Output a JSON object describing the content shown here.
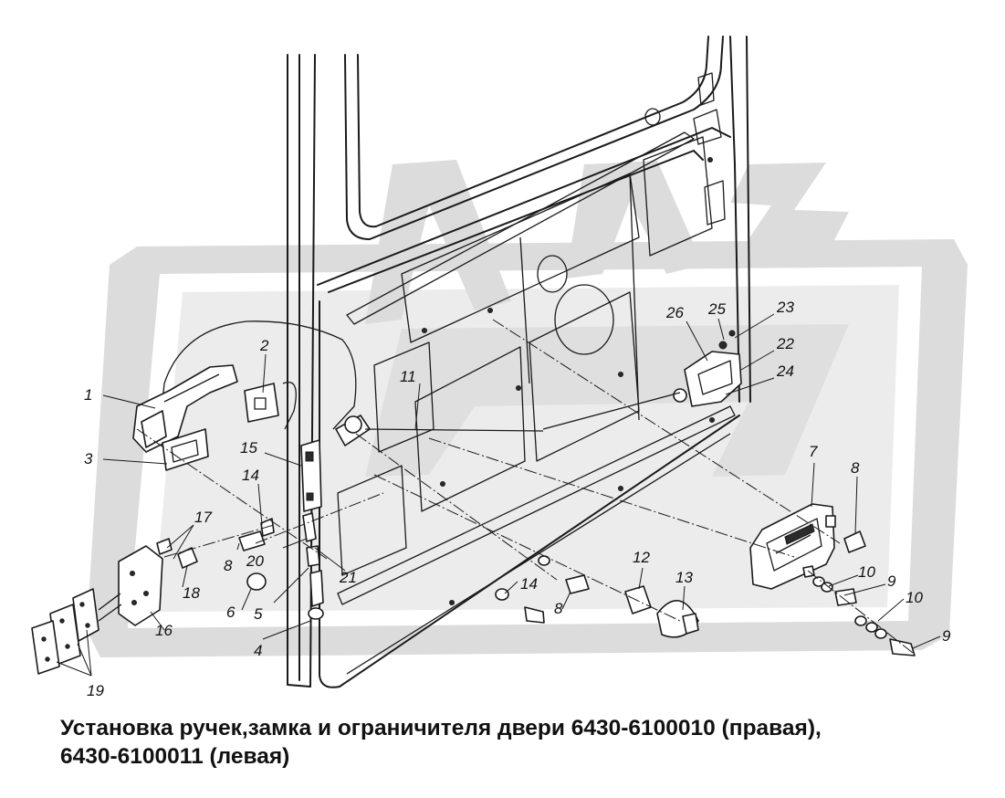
{
  "caption": {
    "line1": "Установка ручек,замка и ограничителя двери 6430-6100010 (правая),",
    "line2": "6430-6100011 (левая)"
  },
  "watermark": {
    "logo": "MAZ",
    "color": "#dcdcdc"
  },
  "part_labels": [
    {
      "id": "1",
      "text": "1"
    },
    {
      "id": "2",
      "text": "2"
    },
    {
      "id": "3",
      "text": "3"
    },
    {
      "id": "4",
      "text": "4"
    },
    {
      "id": "5",
      "text": "5"
    },
    {
      "id": "6",
      "text": "6"
    },
    {
      "id": "7",
      "text": "7"
    },
    {
      "id": "8a",
      "text": "8"
    },
    {
      "id": "8b",
      "text": "8"
    },
    {
      "id": "8c",
      "text": "8"
    },
    {
      "id": "9a",
      "text": "9"
    },
    {
      "id": "9b",
      "text": "9"
    },
    {
      "id": "10a",
      "text": "10"
    },
    {
      "id": "10b",
      "text": "10"
    },
    {
      "id": "11",
      "text": "11"
    },
    {
      "id": "12",
      "text": "12"
    },
    {
      "id": "13",
      "text": "13"
    },
    {
      "id": "14a",
      "text": "14"
    },
    {
      "id": "14b",
      "text": "14"
    },
    {
      "id": "15",
      "text": "15"
    },
    {
      "id": "16",
      "text": "16"
    },
    {
      "id": "17",
      "text": "17"
    },
    {
      "id": "18",
      "text": "18"
    },
    {
      "id": "19",
      "text": "19"
    },
    {
      "id": "20",
      "text": "20"
    },
    {
      "id": "21",
      "text": "21"
    },
    {
      "id": "22",
      "text": "22"
    },
    {
      "id": "23",
      "text": "23"
    },
    {
      "id": "24",
      "text": "24"
    },
    {
      "id": "25",
      "text": "25"
    },
    {
      "id": "26",
      "text": "26"
    }
  ]
}
